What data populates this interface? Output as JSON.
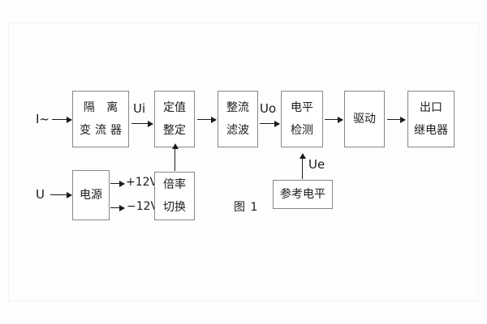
{
  "figure": {
    "caption": "图 1",
    "blocks": [
      {
        "id": "isolation-ct",
        "lines": [
          "隔 离",
          "变流器"
        ]
      },
      {
        "id": "setting-value",
        "lines": [
          "定值",
          "整定"
        ]
      },
      {
        "id": "rectify-filter",
        "lines": [
          "整流",
          "滤波"
        ]
      },
      {
        "id": "level-detect",
        "lines": [
          "电平",
          "检测"
        ]
      },
      {
        "id": "drive",
        "lines": [
          "驱动"
        ]
      },
      {
        "id": "output-relay",
        "lines": [
          "出口",
          "继电器"
        ]
      },
      {
        "id": "power-supply",
        "lines": [
          "电源"
        ]
      },
      {
        "id": "multiplier-switch",
        "lines": [
          "倍率",
          "切换"
        ]
      },
      {
        "id": "reference-level",
        "lines": [
          "参考电平"
        ]
      }
    ],
    "signals": {
      "current_input": "I~",
      "voltage_input": "U",
      "ui": "Ui",
      "uo": "Uo",
      "ue": "Ue",
      "rail_positive": "+12V",
      "rail_negative": "−12V"
    }
  }
}
